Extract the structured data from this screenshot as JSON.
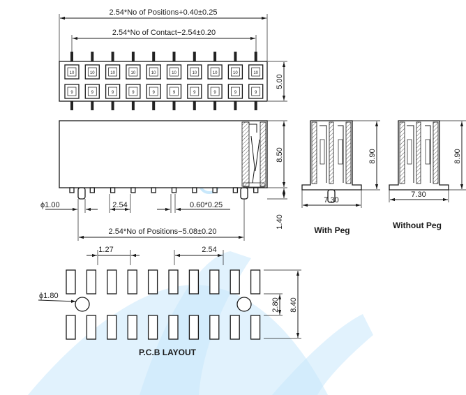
{
  "top_view": {
    "overall_length": "2.54*No  of  Positions+0.40±0.25",
    "contact_span": "2.54*No  of  Contact−2.54±0.20",
    "height": "5.00",
    "pin_labels_row1": [
      "10",
      "10",
      "10",
      "10",
      "10",
      "10",
      "10",
      "10",
      "10",
      "10"
    ],
    "pin_labels_row2": [
      "9",
      "9",
      "9",
      "9",
      "9",
      "9",
      "9",
      "9",
      "9",
      "9"
    ]
  },
  "side_view": {
    "body_height": "8.50",
    "tail_length": "1.40",
    "peg_diameter": "ϕ1.00",
    "pitch": "2.54",
    "pin_size": "0.60*0.25",
    "peg_span": "2.54*No  of  Positions−5.08±0.20"
  },
  "end_views": [
    {
      "caption": "With Peg",
      "height": "8.90",
      "width": "7.30"
    },
    {
      "caption": "Without Peg",
      "height": "8.90",
      "width": "7.30"
    }
  ],
  "pcb_layout": {
    "caption": "P.C.B  LAYOUT",
    "pad_pitch": "1.27",
    "pitch": "2.54",
    "hole_diameter": "ϕ1.80",
    "row_spacing": "2.80",
    "overall_span": "8.40"
  }
}
